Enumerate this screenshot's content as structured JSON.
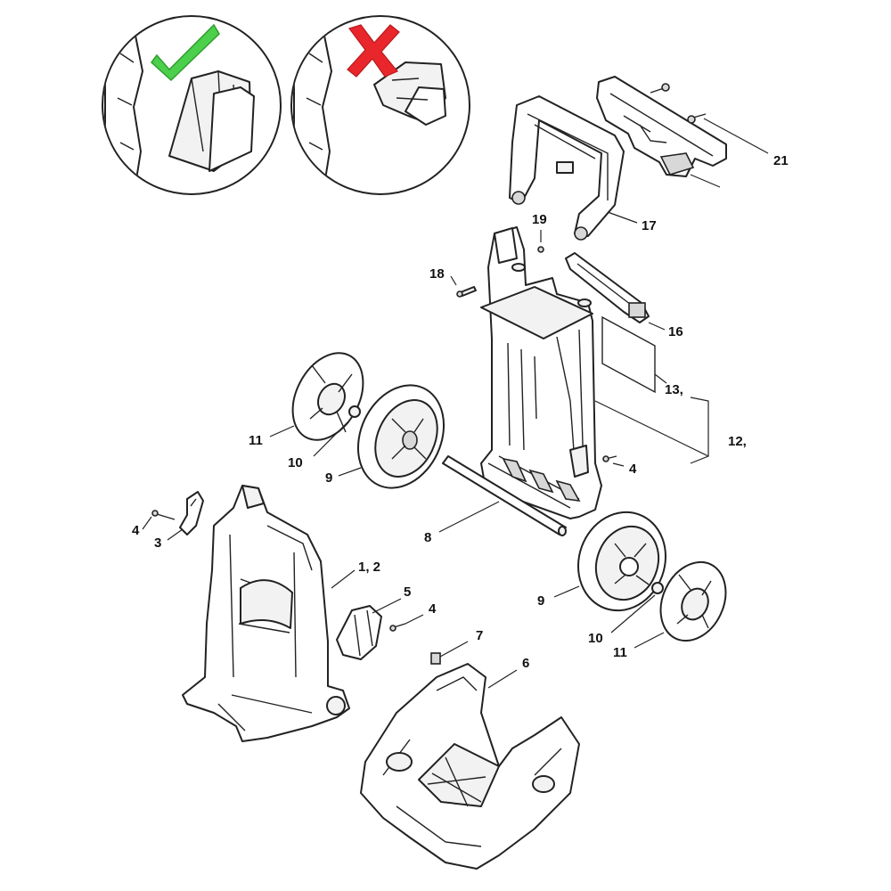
{
  "diagram": {
    "labels": [
      {
        "id": "21",
        "text": "21"
      },
      {
        "id": "17",
        "text": "17"
      },
      {
        "id": "19",
        "text": "19"
      },
      {
        "id": "18",
        "text": "18"
      },
      {
        "id": "16",
        "text": "16"
      },
      {
        "id": "13",
        "text": "13,"
      },
      {
        "id": "12",
        "text": "12,"
      },
      {
        "id": "11a",
        "text": "11"
      },
      {
        "id": "10a",
        "text": "10"
      },
      {
        "id": "9a",
        "text": "9"
      },
      {
        "id": "4a",
        "text": "4"
      },
      {
        "id": "4b",
        "text": "4"
      },
      {
        "id": "3",
        "text": "3"
      },
      {
        "id": "8",
        "text": "8"
      },
      {
        "id": "1-2",
        "text": "1, 2"
      },
      {
        "id": "5",
        "text": "5"
      },
      {
        "id": "4c",
        "text": "4"
      },
      {
        "id": "9b",
        "text": "9"
      },
      {
        "id": "10b",
        "text": "10"
      },
      {
        "id": "11b",
        "text": "11"
      },
      {
        "id": "7",
        "text": "7"
      },
      {
        "id": "6",
        "text": "6"
      }
    ],
    "correct_mark_color": "#4cd04c",
    "wrong_mark_color": "#e8262b"
  }
}
